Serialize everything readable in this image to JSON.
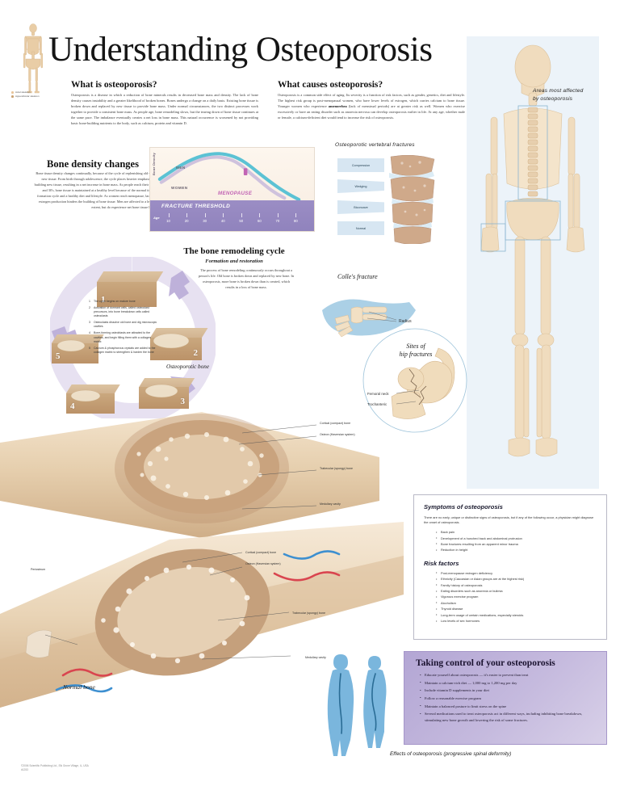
{
  "header": {
    "title": "Understanding Osteoporosis",
    "mini_skeleton_legend": [
      "Axial skeleton",
      "Appendicular skeleton"
    ],
    "skeleton_annotation": "Areas most affected\nby osteoporosis"
  },
  "intro_columns": [
    {
      "heading": "What is osteoporosis?",
      "body": "Osteoporosis is a disease in which a reduction of bone minerals results in decreased bone mass and density. The lack of bone density causes instability and a greater likelihood of broken bones. Bones undergo a change on a daily basis. Existing bone tissue is broken down and replaced by new tissue to provide bone mass. Under normal circumstances, the two distinct processes work together to provide a consistent bone mass. As people age, bone remodeling slows, but the tearing down of bone tissue continues at the same pace. The imbalance eventually creates a net loss in bone mass. This natural occurrence is worsened by not providing basic bone-building nutrients to the body, such as calcium, protein and vitamin D."
    },
    {
      "heading": "What causes osteoporosis?",
      "body_part1": "Osteoporosis is a common side effect of aging. Its severity is a function of risk factors, such as gender, genetics, diet and lifestyle. The highest risk group is post-menopausal women, who have lower levels of estrogen, which carries calcium to bone tissue. Younger women who experience ",
      "body_bold": "amenorrhea",
      "body_part2": " (lack of menstrual periods) are at greater risk as well. Women who exercise excessively or have an eating disorder such as anorexia nervosa can develop osteoporosis earlier in life. At any age, whether male or female, a calcium-deficient diet would tend to increase the risk of osteoporosis."
    }
  ],
  "bone_density": {
    "title": "Bone density changes",
    "body": "Bone tissue density changes continually, because of the cycle of replenishing old with new tissue. From birth through adolescence, the cycle places heavier emphasis on building new tissue, resulting in a net increase in bone mass. As people reach their 20's and 30's, bone tissue is maintained at a healthy level because of the normal tissue formation cycle and a healthy diet and lifestyle. As women reach menopause, lack of estrogen production hinders the building of bone tissue. Men are affected to a lesser extent, but do experience net bone tissue loss."
  },
  "chart_data": {
    "type": "line",
    "title": "Bone density changes",
    "xlabel": "Age",
    "ylabel": "Bone Density",
    "xlim": [
      0,
      90
    ],
    "ylim": [
      0,
      100
    ],
    "xticks": [
      10,
      20,
      30,
      40,
      50,
      60,
      70,
      80
    ],
    "grid": false,
    "legend_position": "inline-labels",
    "annotations": [
      {
        "text": "FRACTURE THRESHOLD",
        "y": 22,
        "type": "band-label"
      },
      {
        "text": "MENOPAUSE",
        "x": 52,
        "y": 45,
        "type": "marker-label"
      }
    ],
    "series": [
      {
        "name": "MEN",
        "color": "#5bc2d4",
        "x": [
          2,
          10,
          20,
          30,
          35,
          45,
          55,
          65,
          75,
          85
        ],
        "values": [
          55,
          72,
          85,
          90,
          89,
          83,
          75,
          64,
          48,
          28
        ]
      },
      {
        "name": "WOMEN",
        "color": "#cfc2dd",
        "x": [
          2,
          10,
          20,
          30,
          35,
          45,
          52,
          58,
          65,
          72,
          78
        ],
        "values": [
          50,
          66,
          80,
          86,
          85,
          78,
          68,
          57,
          45,
          32,
          22
        ]
      }
    ]
  },
  "remodeling": {
    "title": "The bone remodeling cycle",
    "subtitle": "Formation and restoration",
    "body": "The process of bone remodeling continuously occurs throughout a person's life. Old bone is broken down and replaced by new bone. In osteoporosis, more bone is broken down than is created, which results in a loss of bone mass.",
    "steps": [
      {
        "n": "1",
        "text": "The cycle begins on mature bone"
      },
      {
        "n": "2",
        "text": "Activation of dormant cells, called osteoclast precursors, into bone breakdown cells called osteoclasts"
      },
      {
        "n": "3",
        "text": "Osteoclasts dissolve old bone and dig microscopic cavities"
      },
      {
        "n": "4",
        "text": "Bone-forming osteoblasts are attracted to the cavities, and begin filling them with a collagen matrix"
      },
      {
        "n": "5",
        "text": "Calcium & phosphorous crystals are added to the collagen matrix to strengthen & harden the bone"
      }
    ],
    "cube_numbers": [
      "1",
      "2",
      "3",
      "4",
      "5"
    ]
  },
  "vertebral": {
    "title": "Osteoporotic vertebral fractures",
    "types": [
      "Compression",
      "Wedging",
      "Biconcave",
      "Normal"
    ]
  },
  "colles": {
    "title": "Colle's fracture",
    "label_radius": "Radius"
  },
  "hip": {
    "title": "Sites of\nhip fractures",
    "title_line1": "Sites of",
    "title_line2": "hip fractures",
    "labels": [
      "Femoral neck",
      "Trochanteric"
    ]
  },
  "bone_sections": {
    "osteoporotic_caption": "Osteoporotic bone",
    "normal_caption": "Normal bone",
    "labels_upper": [
      "Cortical (compact) bone",
      "Osteon (Haversian system)",
      "Trabecular (spongy) bone",
      "Medullary cavity"
    ],
    "labels_lower": [
      "Periosteum",
      "Cortical (compact) bone",
      "Osteon (Haversian system)",
      "Trabecular (spongy) bone",
      "Medullary cavity"
    ]
  },
  "symptoms": {
    "heading": "Symptoms of osteoporosis",
    "intro": "There are no early, unique or distinctive signs of osteoporosis, but if any of the following occur, a physician might diagnose the onset of osteoporosis.",
    "items": [
      "Back pain",
      "Development of a hunched back and abdominal protrusion",
      "Bone fractures resulting from an apparent minor trauma",
      "Reduction in height"
    ]
  },
  "risk_factors": {
    "heading": "Risk factors",
    "items": [
      "Post-menopause estrogen deficiency",
      "Ethnicity (Caucasian or Asian groups are at the highest risk)",
      "Family history of osteoporosis",
      "Eating disorders such as anorexia or bulimia",
      "Vigorous exercise program",
      "Alcoholism",
      "Thyroid disease",
      "Long-term usage of certain medications, especially steroids",
      "Low levels of sex hormones"
    ]
  },
  "taking_control": {
    "heading": "Taking control of your osteoporosis",
    "items": [
      "Educate yourself about osteoporosis — it's easier to prevent than treat",
      "Maintain a calcium-rich diet — 1,000 mg to 1,200 mg per day",
      "Include vitamin D supplements in your diet",
      "Follow a reasonable exercise program",
      "Maintain a balanced posture to limit stress on the spine",
      "Several medications used to treat osteoporosis act in different ways, including inhibiting bone breakdown, stimulating new bone growth and lowering the risk of some fractures."
    ]
  },
  "spinal_caption": "Effects of osteoporosis (progressive spinal deformity)",
  "footer": {
    "copyright": "©2006 Scientific Publishing Ltd., Elk Grove Village, IL, USA",
    "code": "#1253"
  },
  "colors": {
    "men_curve": "#5bc2d4",
    "women_curve": "#cfc2dd",
    "menopause": "#c264b4",
    "fracture_band": "#9b8dc4",
    "control_box": "#b3a6d4",
    "bone": "#d9bd99",
    "skin": "#a8cde4"
  }
}
